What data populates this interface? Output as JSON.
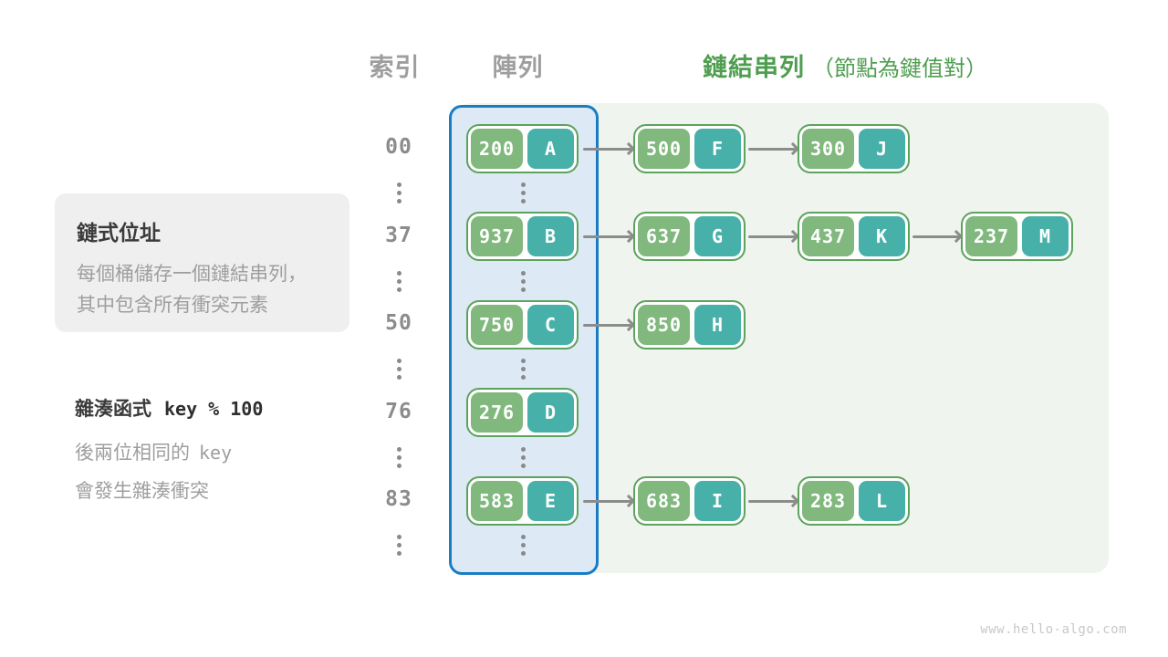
{
  "header": {
    "index_label": "索引",
    "array_label": "陣列",
    "list_label": "鏈結串列",
    "list_sublabel": "（節點為鍵值對）"
  },
  "info_box": {
    "title": "鏈式位址",
    "line1": "每個桶儲存一個鏈結串列，",
    "line2": "其中包含所有衝突元素"
  },
  "hash_note": {
    "label": "雜湊函式",
    "formula": "key % 100",
    "line2_prefix": "後兩位相同的",
    "line2_code": "key",
    "line3": "會發生雜湊衝突"
  },
  "rows": [
    {
      "index": "00",
      "bucket": {
        "key": "200",
        "value": "A"
      },
      "chain": [
        {
          "key": "500",
          "value": "F"
        },
        {
          "key": "300",
          "value": "J"
        }
      ]
    },
    {
      "index": "37",
      "bucket": {
        "key": "937",
        "value": "B"
      },
      "chain": [
        {
          "key": "637",
          "value": "G"
        },
        {
          "key": "437",
          "value": "K"
        },
        {
          "key": "237",
          "value": "M"
        }
      ]
    },
    {
      "index": "50",
      "bucket": {
        "key": "750",
        "value": "C"
      },
      "chain": [
        {
          "key": "850",
          "value": "H"
        }
      ]
    },
    {
      "index": "76",
      "bucket": {
        "key": "276",
        "value": "D"
      },
      "chain": []
    },
    {
      "index": "83",
      "bucket": {
        "key": "583",
        "value": "E"
      },
      "chain": [
        {
          "key": "683",
          "value": "I"
        },
        {
          "key": "283",
          "value": "L"
        }
      ]
    }
  ],
  "watermark": "www.hello-algo.com",
  "colors": {
    "blue-border": "#1a7dc4",
    "blue-fill": "#ddeaf6",
    "panel-green": "#eff5ee",
    "node-border": "#5da25d",
    "key-green": "#80b87d",
    "val-teal": "#47b1a9",
    "header-green": "#4f9e50",
    "gray-text": "#9e9e9e",
    "arrow-gray": "#8c8c8c"
  }
}
